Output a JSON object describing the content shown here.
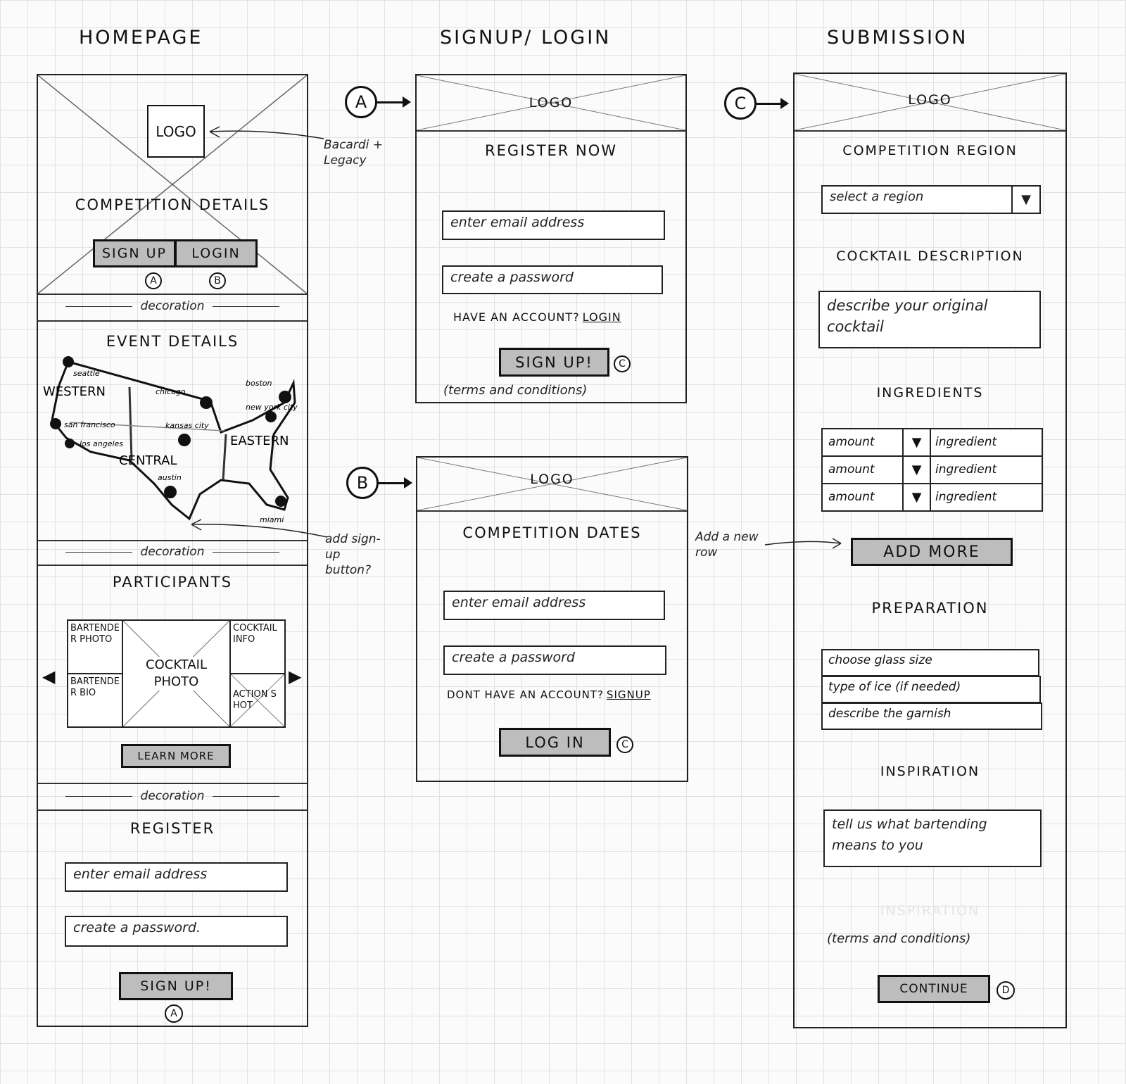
{
  "columns": {
    "homepage": "HOMEPAGE",
    "signup_login": "SIGNUP/ LOGIN",
    "submission": "SUBMISSION"
  },
  "homepage": {
    "logo": "LOGO",
    "competition_details": "COMPETITION DETAILS",
    "sign_up": "SIGN UP",
    "login": "LOGIN",
    "sign_up_link": "A",
    "login_link": "B",
    "decoration_1": "decoration",
    "event_details": "EVENT DETAILS",
    "map": {
      "regions": [
        "WESTERN",
        "CENTRAL",
        "EASTERN"
      ],
      "cities": [
        "seattle",
        "san francisco",
        "los angeles",
        "chicago",
        "kansas city",
        "austin",
        "boston",
        "new york city",
        "miami"
      ]
    },
    "decoration_2": "decoration",
    "participants": "PARTICIPANTS",
    "participant_cells": {
      "bartender_photo": "BARTENDER PHOTO",
      "bartender_bio": "BARTENDER BIO",
      "cocktail_photo": "COCKTAIL PHOTO",
      "cocktail_info": "COCKTAIL INFO",
      "action_shot": "ACTION SHOT"
    },
    "learn_more": "LEARN MORE",
    "decoration_3": "decoration",
    "register": "REGISTER",
    "email_placeholder": "enter email address",
    "password_placeholder": "create a password.",
    "sign_up_button": "SIGN UP!",
    "sign_up_button_link": "A"
  },
  "annotations": {
    "logo_note": "Bacardi + Legacy",
    "map_note": "add sign-up button?",
    "ingredients_note": "Add a new row"
  },
  "signup": {
    "marker": "A",
    "logo": "LOGO",
    "heading": "REGISTER NOW",
    "email_placeholder": "enter email address",
    "password_placeholder": "create a password",
    "have_account": "HAVE AN ACCOUNT?",
    "login_link": "LOGIN",
    "sign_up_button": "SIGN UP!",
    "sign_up_link": "C",
    "terms": "(terms and conditions)"
  },
  "login": {
    "marker": "B",
    "logo": "LOGO",
    "heading": "COMPETITION DATES",
    "email_placeholder": "enter email address",
    "password_placeholder": "create a password",
    "no_account": "DONT HAVE AN ACCOUNT?",
    "signup_link": "SIGNUP",
    "login_button": "LOG IN",
    "login_link": "C"
  },
  "submission": {
    "marker": "C",
    "logo": "LOGO",
    "region_heading": "COMPETITION REGION",
    "region_select": "select a region",
    "description_heading": "COCKTAIL DESCRIPTION",
    "description_placeholder": "describe your original cocktail",
    "ingredients_heading": "INGREDIENTS",
    "ingredient_rows": [
      {
        "amount": "amount",
        "ingredient": "ingredient"
      },
      {
        "amount": "amount",
        "ingredient": "ingredient"
      },
      {
        "amount": "amount",
        "ingredient": "ingredient"
      }
    ],
    "add_more": "ADD MORE",
    "preparation_heading": "PREPARATION",
    "preparation_fields": [
      "choose glass size",
      "type of ice (if needed)",
      "describe the garnish"
    ],
    "inspiration_heading": "INSPIRATION",
    "inspiration_placeholder": "tell us what bartending means to you",
    "inspiration_faded": "INSPIRATION",
    "terms": "(terms and conditions)",
    "continue": "CONTINUE",
    "continue_link": "D"
  }
}
